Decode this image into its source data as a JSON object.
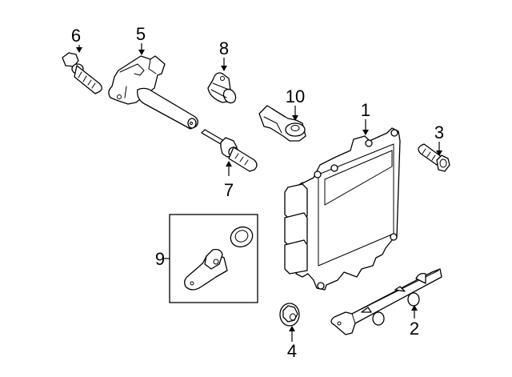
{
  "diagram": {
    "type": "exploded-parts-diagram",
    "background": "#ffffff",
    "line_color": "#000000",
    "callouts": [
      {
        "id": "1",
        "part": "engine-control-module"
      },
      {
        "id": "2",
        "part": "bracket"
      },
      {
        "id": "3",
        "part": "bolt"
      },
      {
        "id": "4",
        "part": "nut"
      },
      {
        "id": "5",
        "part": "ignition-coil"
      },
      {
        "id": "6",
        "part": "bolt"
      },
      {
        "id": "7",
        "part": "spark-plug"
      },
      {
        "id": "8",
        "part": "sensor"
      },
      {
        "id": "9",
        "part": "sensor-kit"
      },
      {
        "id": "10",
        "part": "knock-sensor"
      }
    ]
  }
}
